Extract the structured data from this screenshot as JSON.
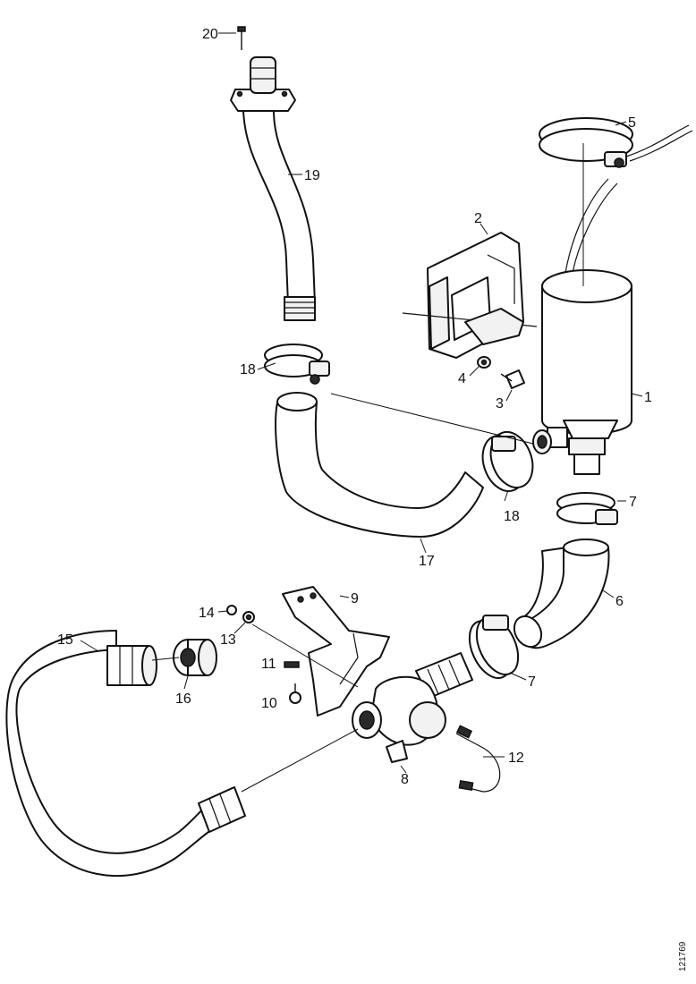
{
  "diagram": {
    "figure_code": "121769",
    "callouts": [
      {
        "id": "20",
        "label": "20"
      },
      {
        "id": "19",
        "label": "19"
      },
      {
        "id": "18a",
        "label": "18"
      },
      {
        "id": "5",
        "label": "5"
      },
      {
        "id": "2",
        "label": "2"
      },
      {
        "id": "4",
        "label": "4"
      },
      {
        "id": "3",
        "label": "3"
      },
      {
        "id": "1",
        "label": "1"
      },
      {
        "id": "18b",
        "label": "18"
      },
      {
        "id": "17",
        "label": "17"
      },
      {
        "id": "7a",
        "label": "7"
      },
      {
        "id": "6",
        "label": "6"
      },
      {
        "id": "9",
        "label": "9"
      },
      {
        "id": "14",
        "label": "14"
      },
      {
        "id": "13",
        "label": "13"
      },
      {
        "id": "15",
        "label": "15"
      },
      {
        "id": "16",
        "label": "16"
      },
      {
        "id": "11",
        "label": "11"
      },
      {
        "id": "10",
        "label": "10"
      },
      {
        "id": "7b",
        "label": "7"
      },
      {
        "id": "12",
        "label": "12"
      },
      {
        "id": "8",
        "label": "8"
      }
    ]
  }
}
